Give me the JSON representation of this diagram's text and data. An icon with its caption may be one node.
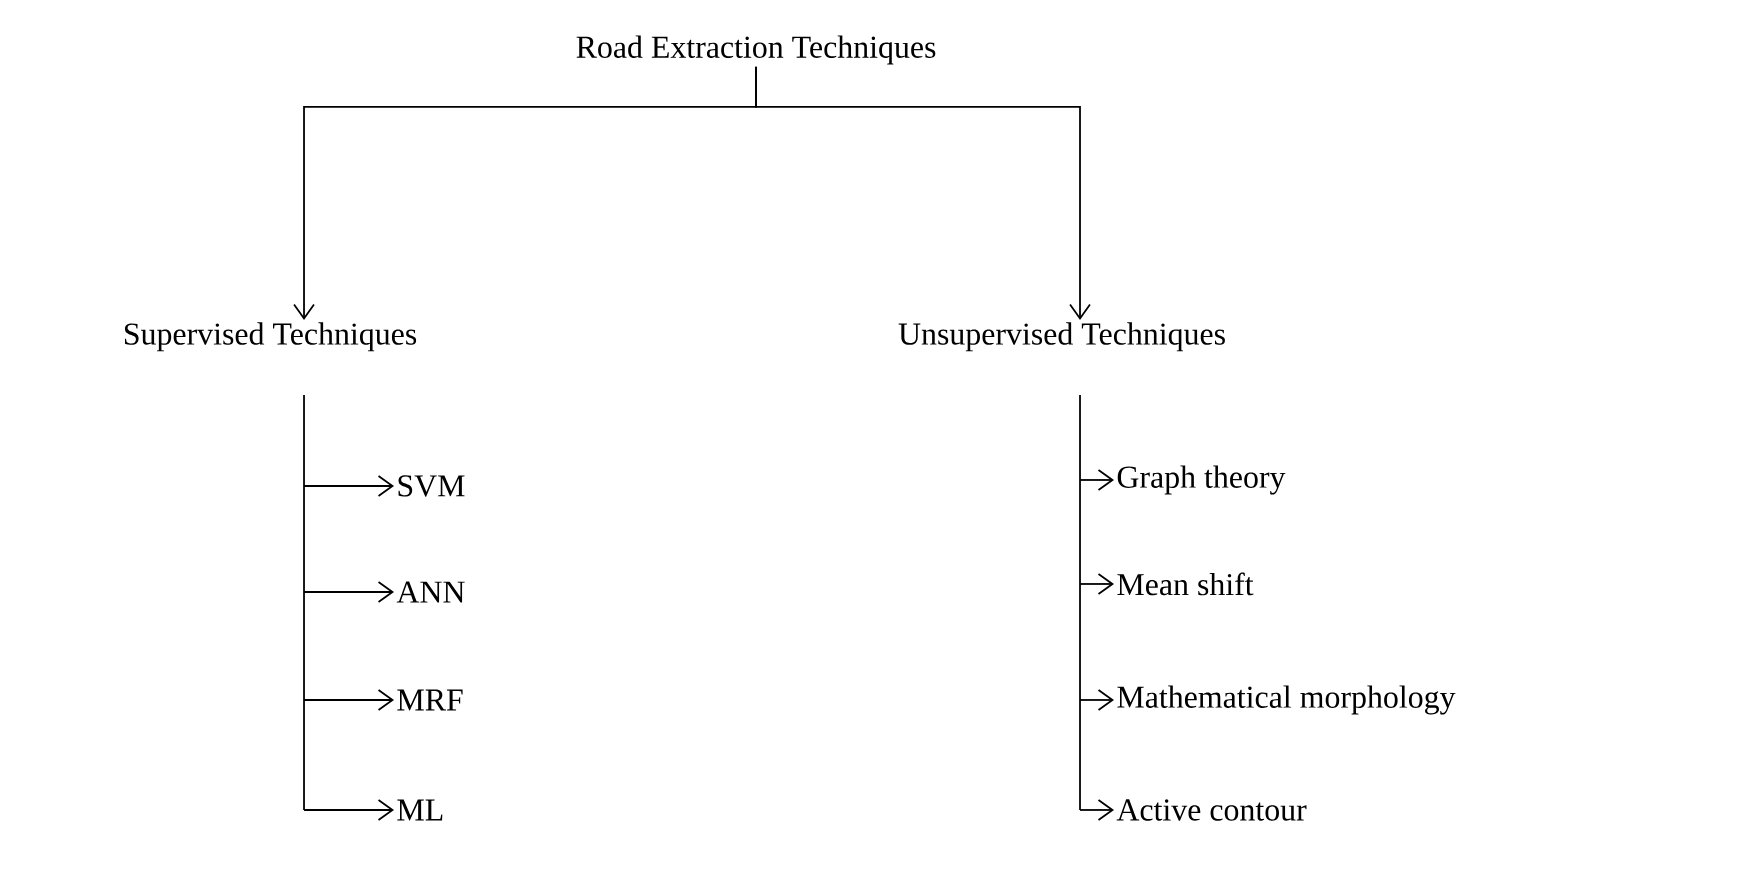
{
  "diagram": {
    "nodes": [
      {
        "text": [
          "Road Extraction Techniques"
        ]
      },
      {
        "text": [
          "Supervised Techniques"
        ]
      },
      {
        "text": [
          "Unsupervised Techniques"
        ]
      },
      {
        "text": [
          "SVM"
        ]
      },
      {
        "text": [
          "ANN"
        ]
      },
      {
        "text": [
          "MRF"
        ]
      },
      {
        "text": [
          "ML"
        ]
      },
      {
        "text": [
          "Graph theory"
        ]
      },
      {
        "text": [
          "Mean shift"
        ]
      },
      {
        "text": [
          "Mathematical morphology"
        ]
      },
      {
        "text": [
          "Active contour"
        ]
      }
    ],
    "edges": [
      {
        "from": 0,
        "to": 1,
        "arrow": "to"
      },
      {
        "from": 0,
        "to": 2,
        "arrow": "to"
      },
      {
        "from": 1,
        "to": 3,
        "arrow": "to"
      },
      {
        "from": 1,
        "to": 4,
        "arrow": "to"
      },
      {
        "from": 1,
        "to": 5,
        "arrow": "to"
      },
      {
        "from": 1,
        "to": 6,
        "arrow": "to"
      },
      {
        "from": 2,
        "to": 7,
        "arrow": "to"
      },
      {
        "from": 2,
        "to": 8,
        "arrow": "to"
      },
      {
        "from": 2,
        "to": 9,
        "arrow": "to"
      },
      {
        "from": 2,
        "to": 10,
        "arrow": "to"
      }
    ]
  }
}
